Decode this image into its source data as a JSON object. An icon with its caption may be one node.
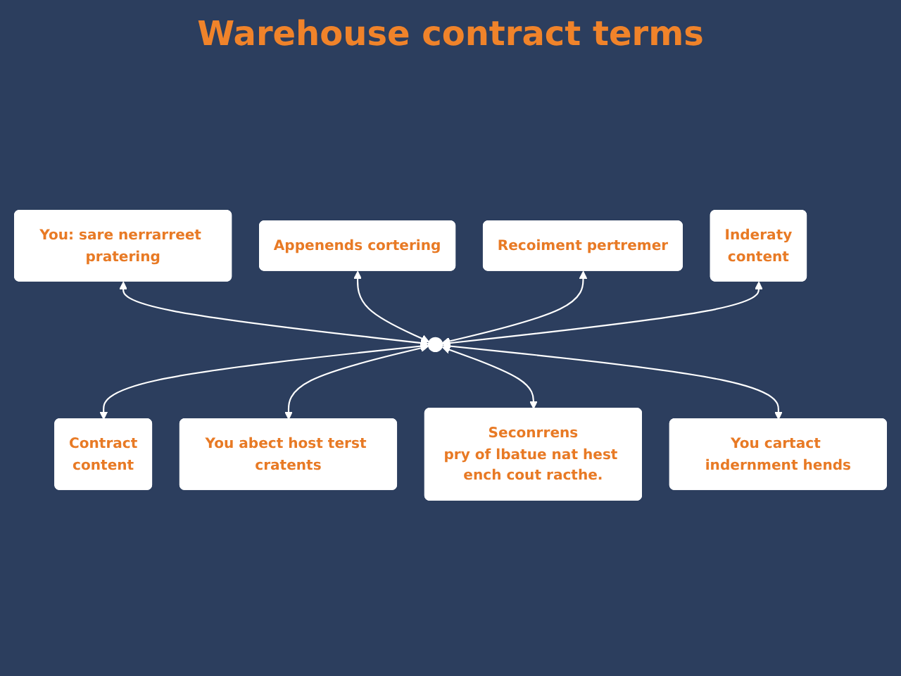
{
  "diagram": {
    "title": "Warehouse contract terms",
    "nodes": [
      {
        "text": [
          "You: sare nerrarreet pratering"
        ]
      },
      {
        "text": [
          "Appenends cortering"
        ]
      },
      {
        "text": [
          "Recoiment pertremer"
        ]
      },
      {
        "text": [
          "Inderaty",
          "content"
        ]
      },
      {
        "text": [],
        "shape": "circle"
      },
      {
        "text": [
          "Contract",
          "content"
        ]
      },
      {
        "text": [
          "You abect host terst cratents"
        ]
      },
      {
        "text": [
          "Seconrrens",
          "pry of lbatue nat hest ench cout racthe."
        ]
      },
      {
        "text": [
          "You cartact indernment hends"
        ]
      }
    ],
    "edges": [
      {
        "from": 0,
        "to": 4,
        "arrow": "both"
      },
      {
        "from": 1,
        "to": 4,
        "arrow": "both"
      },
      {
        "from": 2,
        "to": 4,
        "arrow": "both"
      },
      {
        "from": 3,
        "to": 4,
        "arrow": "both"
      },
      {
        "from": 4,
        "to": 5,
        "arrow": "both"
      },
      {
        "from": 4,
        "to": 6,
        "arrow": "both"
      },
      {
        "from": 4,
        "to": 7,
        "arrow": "both"
      },
      {
        "from": 4,
        "to": 8,
        "arrow": "both"
      }
    ]
  }
}
